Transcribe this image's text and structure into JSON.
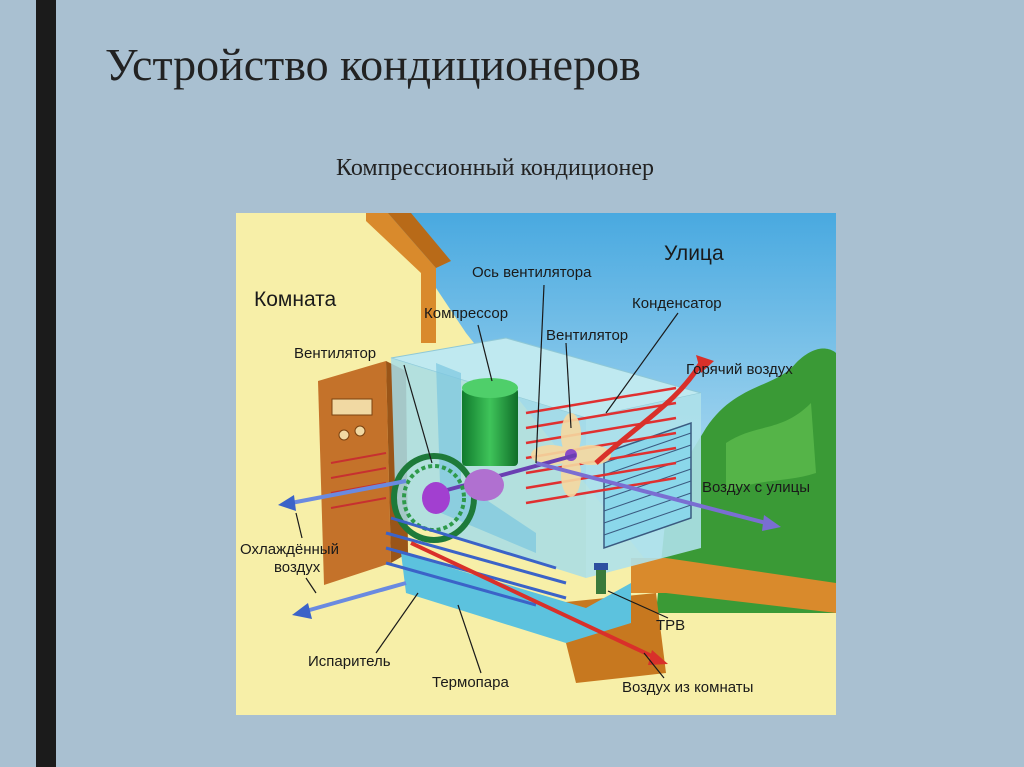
{
  "title": "Устройство кондиционеров",
  "subtitle": "Компрессионный кондиционер",
  "diagram": {
    "zones": {
      "room": "Комната",
      "street": "Улица"
    },
    "labels": {
      "fan_axis": "Ось вентилятора",
      "compressor": "Компрессор",
      "condenser": "Конденсатор",
      "fan_outdoor": "Вентилятор",
      "fan_indoor": "Вентилятор",
      "hot_air": "Горячий воздух",
      "outside_air": "Воздух с улицы",
      "cooled_air_1": "Охлаждённый",
      "cooled_air_2": "воздух",
      "evaporator": "Испаритель",
      "thermocouple": "Термопара",
      "trv": "ТРВ",
      "room_air": "Воздух из комнаты"
    },
    "colors": {
      "room_bg": "#f7efa8",
      "sky": "#7ec8ea",
      "grass": "#3a9a36",
      "wall": "#d98a2c",
      "casing": "#bfe9f0",
      "hot_pipe": "#e03030",
      "cold_pipe": "#3b63c8"
    }
  }
}
